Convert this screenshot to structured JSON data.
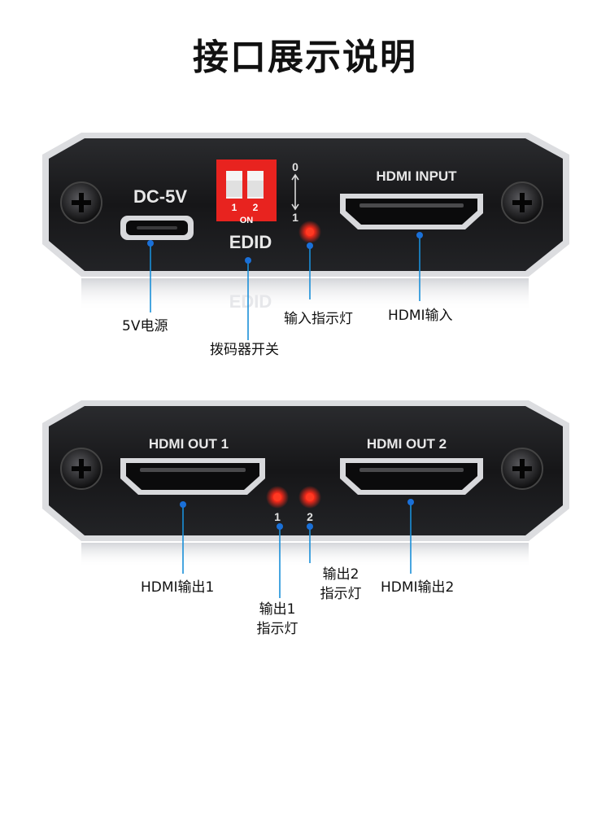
{
  "title": "接口展示说明",
  "input_panel": {
    "dc_label": "DC-5V",
    "edid_label": "EDID",
    "edid_reflection": "EDID",
    "dip_numbers": [
      "1",
      "2"
    ],
    "dip_bottom_text": "ON",
    "scale_top": "0",
    "scale_bottom": "1",
    "hdmi_input_label": "HDMI INPUT"
  },
  "output_panel": {
    "out1_label": "HDMI OUT 1",
    "out2_label": "HDMI OUT 2",
    "led_numbers": [
      "1",
      "2"
    ]
  },
  "callouts": {
    "power": "5V电源",
    "dip_switch": "拨码器开关",
    "input_led": "输入指示灯",
    "hdmi_in": "HDMI输入",
    "hdmi_out1": "HDMI输出1",
    "out1_led_line1": "输出1",
    "out1_led_line2": "指示灯",
    "out2_led_line1": "输出2",
    "out2_led_line2": "指示灯",
    "hdmi_out2": "HDMI输出2"
  },
  "colors": {
    "panel": "#1b1b1d",
    "bezel": "#dcdde0",
    "led": "#ff2a1a",
    "dip": "#e8231f",
    "callout_line": "#1a8fd8",
    "callout_dot": "#1a70d8"
  }
}
